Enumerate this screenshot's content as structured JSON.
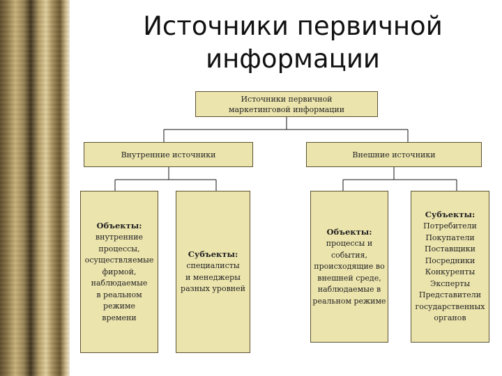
{
  "slide": {
    "title": "Источники первичной информации"
  },
  "diagram": {
    "root": {
      "lines": [
        "Источники первичной",
        "маркетинговой информации"
      ]
    },
    "internal": {
      "label": "Внутренние источники",
      "objects": {
        "heading": "Объекты:",
        "lines": [
          "внутренние",
          "процессы,",
          "осуществляемые",
          "фирмой,",
          "наблюдаемые",
          "в реальном",
          "режиме",
          "времени"
        ]
      },
      "subjects": {
        "heading": "Субъекты:",
        "lines": [
          "специалисты",
          "и менеджеры",
          "разных уровней"
        ]
      }
    },
    "external": {
      "label": "Внешние источники",
      "objects": {
        "heading": "Объекты:",
        "lines": [
          "процессы и",
          "события,",
          "происходящие во",
          "внешней среде,",
          "наблюдаемые в",
          "реальном режиме"
        ]
      },
      "subjects": {
        "heading": "Субъекты:",
        "lines": [
          "Потребители",
          "Покупатели",
          "Поставщики",
          "Посредники",
          "Конкуренты",
          "Эксперты",
          "Представители",
          "государственных",
          "органов"
        ]
      }
    }
  }
}
